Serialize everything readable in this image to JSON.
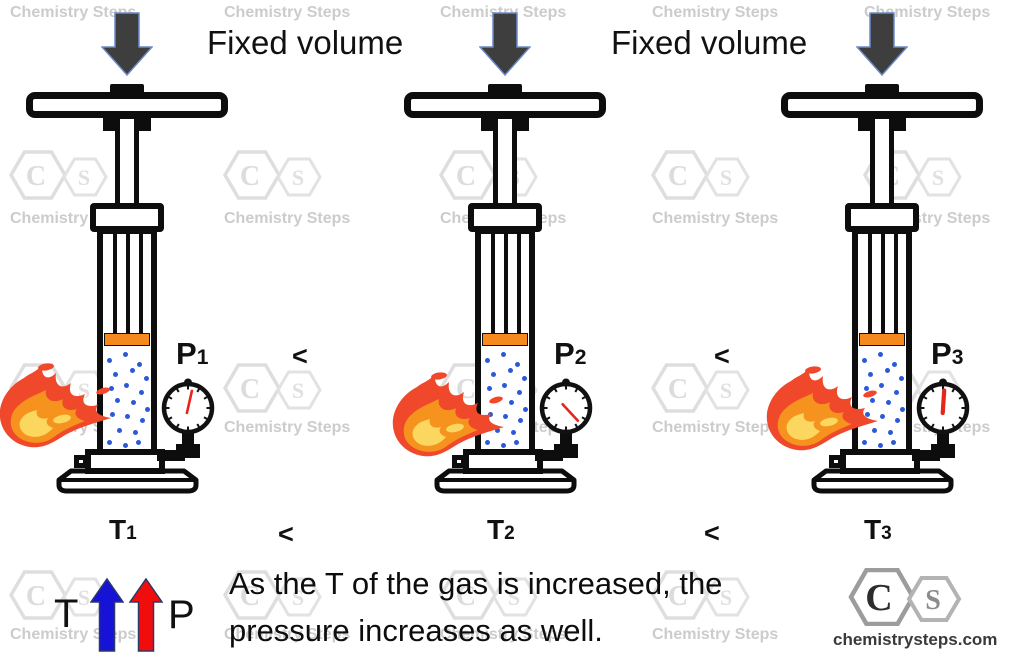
{
  "labels": {
    "fixed_volume": [
      "Fixed volume",
      "Fixed volume"
    ]
  },
  "pumps": [
    {
      "name": "pump-1",
      "pressure": {
        "symbol": "P",
        "subscript": "1"
      },
      "temperature": {
        "symbol": "T",
        "subscript": "1"
      },
      "gauge": {
        "needle_angle_deg": 13,
        "needle_width": 2.6
      },
      "heated_by_flame": true
    },
    {
      "name": "pump-2",
      "pressure": {
        "symbol": "P",
        "subscript": "2"
      },
      "temperature": {
        "symbol": "T",
        "subscript": "2"
      },
      "gauge": {
        "needle_angle_deg": 137,
        "needle_width": 2.6
      },
      "heated_by_flame": true
    },
    {
      "name": "pump-3",
      "pressure": {
        "symbol": "P",
        "subscript": "3"
      },
      "temperature": {
        "symbol": "T",
        "subscript": "3"
      },
      "gauge": {
        "needle_angle_deg": 4,
        "needle_width": 4.2
      },
      "heated_by_flame": true
    }
  ],
  "comparators": {
    "pressure": [
      "<",
      "<"
    ],
    "temperature": [
      "<",
      "<"
    ]
  },
  "caption": {
    "line1": "As the T of the gas is increased, the",
    "line2": "pressure increases as well."
  },
  "legend": {
    "temperature_symbol": "T",
    "pressure_symbol": "P"
  },
  "watermark": {
    "text": "Chemistry Steps",
    "letters": [
      "C",
      "S"
    ]
  },
  "brand": {
    "letters": [
      "C",
      "S"
    ],
    "domain": "chemistrysteps.com"
  },
  "molecules": {
    "count": 20
  },
  "colors": {
    "piston": "#f6891e",
    "molecule": "#2b59d8",
    "needle": "#e8251c",
    "flame_outer": "#f0482a",
    "flame_mid": "#f6921e",
    "flame_core": "#fcd75f",
    "down_arrow_fill": "#3e3e3e",
    "down_arrow_stroke": "#6b8cc7",
    "legend_blue": "#1612d6",
    "legend_red": "#f20d0d",
    "outline": "#0d0d0d"
  }
}
